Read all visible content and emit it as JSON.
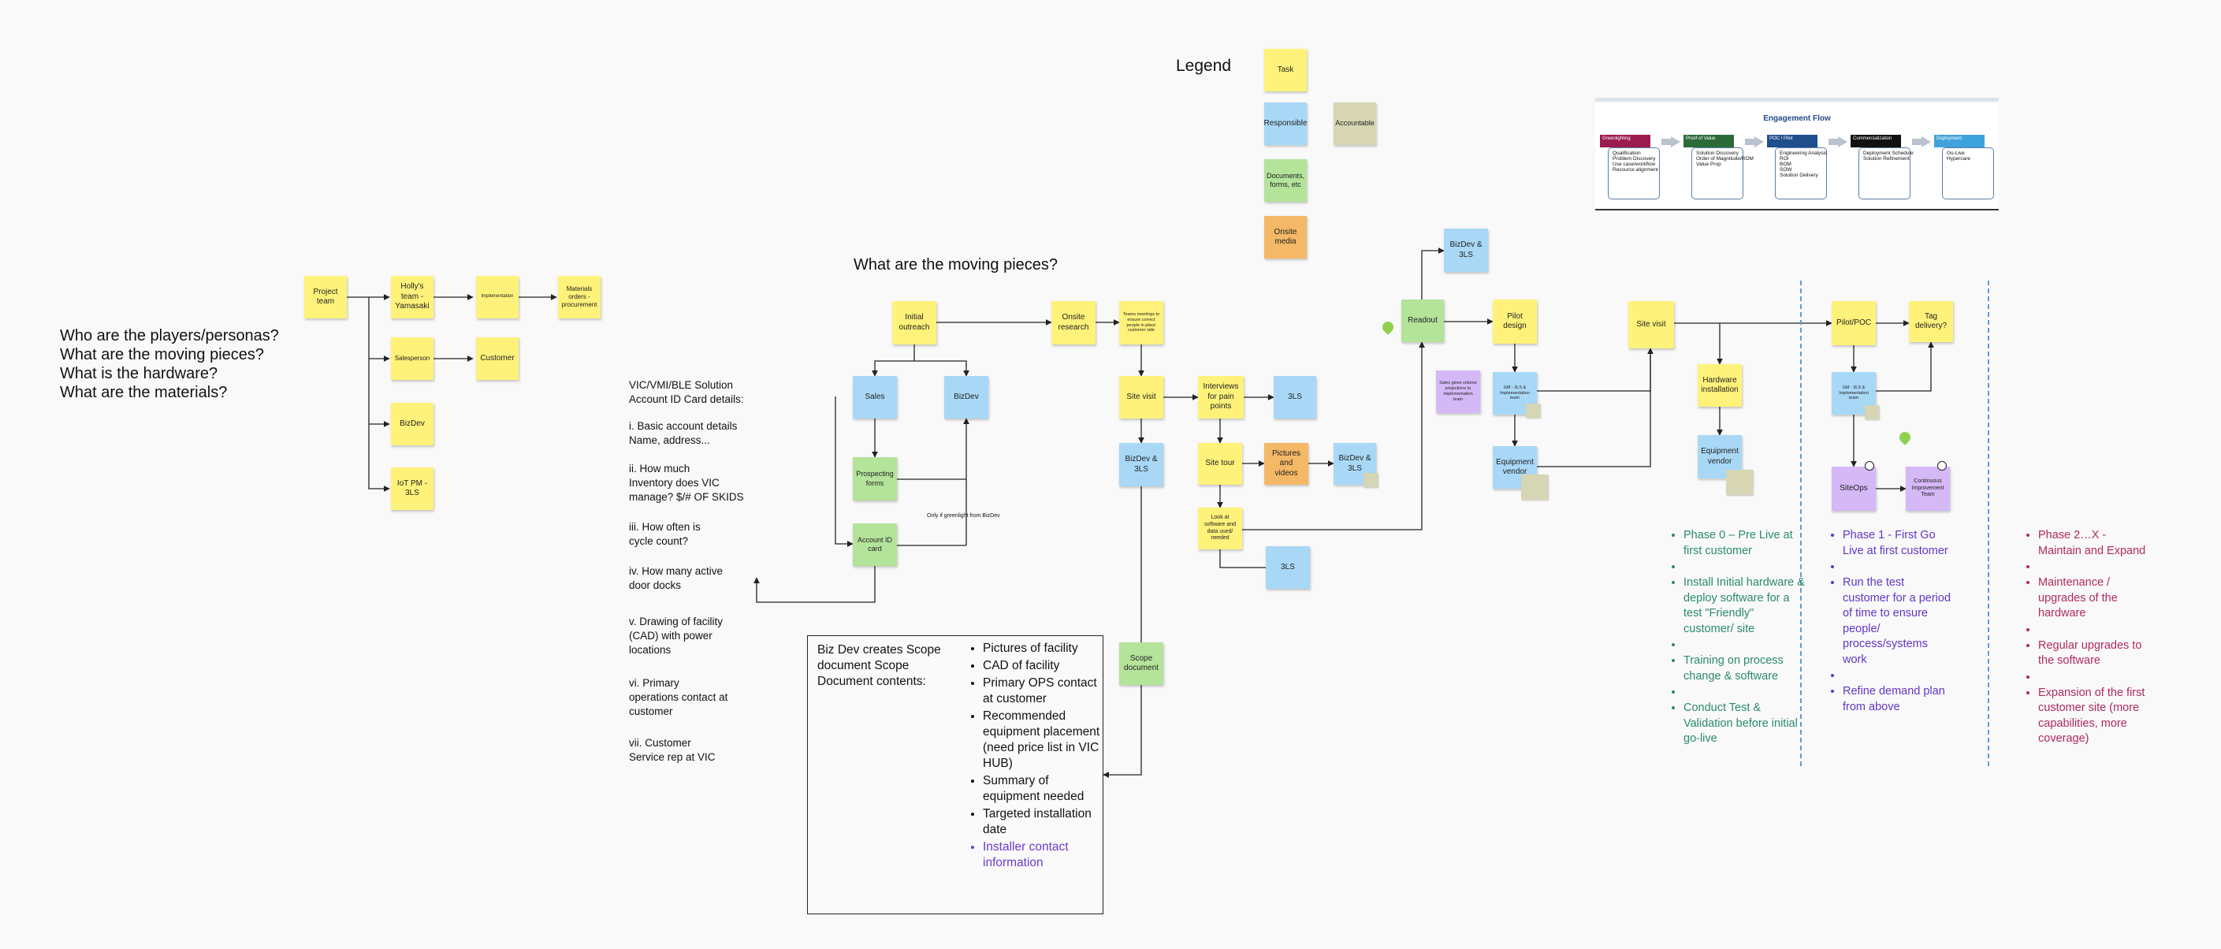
{
  "questions": [
    "Who are the players/personas?",
    "What are the moving pieces?",
    "What is the hardware?",
    "What are the materials?"
  ],
  "moving_title": "What are the moving pieces?",
  "legend": {
    "title": "Legend",
    "task": "Task",
    "responsible": "Responsible",
    "accountable": "Accountable",
    "documents": "Documents, forms, etc",
    "onsite_media": "Onsite media"
  },
  "players": {
    "project_team": "Project team",
    "hollys_team": "Holly's team - Yamasaki",
    "implementation": "Implementation",
    "materials": "Materials orders - procurement",
    "salesperson": "Salesperson",
    "customer": "Customer",
    "bizdev": "BizDev",
    "iot_pm": "IoT PM - 3LS"
  },
  "vic": {
    "l1": "VIC/VMI/BLE Solution",
    "l2": "Account ID Card details:",
    "i1": "i. Basic account details",
    "i2": "Name, address...",
    "ii1": "ii.      How much",
    "ii2": "Inventory does VIC",
    "ii3": "manage? $/# OF SKIDS",
    "iii1": "iii.      How often is",
    "iii2": "cycle count?",
    "iv1": "iv.      How many active",
    "iv2": "door docks",
    "v1": "v.      Drawing of facility",
    "v2": "(CAD) with power",
    "v3": "locations",
    "vi1": "vi.      Primary",
    "vi2": "operations contact at",
    "vi3": "customer",
    "vii1": "vii.      Customer",
    "vii2": "Service rep at VIC"
  },
  "flow": {
    "initial_outreach": "Initial outreach",
    "sales": "Sales",
    "bizdev": "BizDev",
    "prospecting_forms": "Prospecting forms",
    "account_id_card": "Account ID card",
    "only_if": "Only if greenlight from BizDev",
    "onsite_research": "Onsite research",
    "teams_meetings": "Teams meetings to ensure correct people in place customer side",
    "site_visit": "Site visit",
    "bizdev_3ls": "BizDev & 3LS",
    "interviews": "Interviews for pain points",
    "three_ls": "3LS",
    "site_tour": "Site tour",
    "pictures": "Pictures and videos",
    "look_at_software": "Look at software and data used/ needed",
    "scope_document": "Scope document",
    "readout": "Readout",
    "pilot_design": "Pilot design",
    "sales_gives": "Sales gives volume projections to implementation team",
    "gm_team": "GM - 3LS & Implementation team",
    "equipment_vendor": "Equipment vendor",
    "hardware_installation": "Hardware installation",
    "pilot_poc": "Pilot/POC",
    "tag_delivery": "Tag delivery?",
    "siteops": "SiteOps",
    "continuous_improvement": "Continuous Improvement Team"
  },
  "scope": {
    "title": "Biz Dev creates Scope document Scope Document contents:",
    "items": [
      "Pictures of facility",
      "CAD of facility",
      "Primary OPS contact at customer",
      "Recommended equipment placement (need price list in VIC HUB)",
      "Summary of equipment needed",
      "Targeted installation date"
    ],
    "purple_item": "Installer contact information"
  },
  "phase0": {
    "items": [
      "Phase 0 – Pre Live at first customer",
      "",
      "Install Initial hardware & deploy software for a test \"Friendly\" customer/ site",
      "",
      "Training on process change & software",
      "",
      "Conduct Test & Validation before initial go-live"
    ]
  },
  "phase1": {
    "items": [
      "Phase 1 - First Go Live at first customer",
      "",
      "Run the test customer for a period of time to ensure people/ process/systems work",
      "",
      "Refine demand plan from above"
    ]
  },
  "phase2": {
    "items": [
      "Phase 2…X - Maintain and Expand",
      "",
      "Maintenance / upgrades of the hardware",
      "",
      "Regular upgrades to the software",
      "",
      "Expansion of the first customer site (more capabilities, more coverage)"
    ]
  },
  "engagement": {
    "title": "Engagement Flow",
    "stages": [
      {
        "name": "Greenlighting",
        "color": "#9b1b4f",
        "items": [
          "Qualification",
          "Problem Discovery",
          "Use case/workflow",
          "Resource alignment"
        ]
      },
      {
        "name": "Proof of Value",
        "color": "#2d6a3a",
        "items": [
          "Solution Discovery",
          "Order of Magnitude/ROM",
          "Value Prop"
        ]
      },
      {
        "name": "POC / Pilot",
        "color": "#1f4e8c",
        "items": [
          "Engineering Analysis",
          "ROI",
          "BOM",
          "SOW",
          "Solution Delivery"
        ]
      },
      {
        "name": "Commercialization",
        "color": "#111111",
        "items": [
          "Deployment Schedule",
          "Solution Refinement"
        ]
      },
      {
        "name": "Deployment",
        "color": "#3ea3dc",
        "items": [
          "Go-Live",
          "Hypercare"
        ]
      }
    ]
  },
  "badges": {
    "marker_color": "#8fd14f"
  }
}
